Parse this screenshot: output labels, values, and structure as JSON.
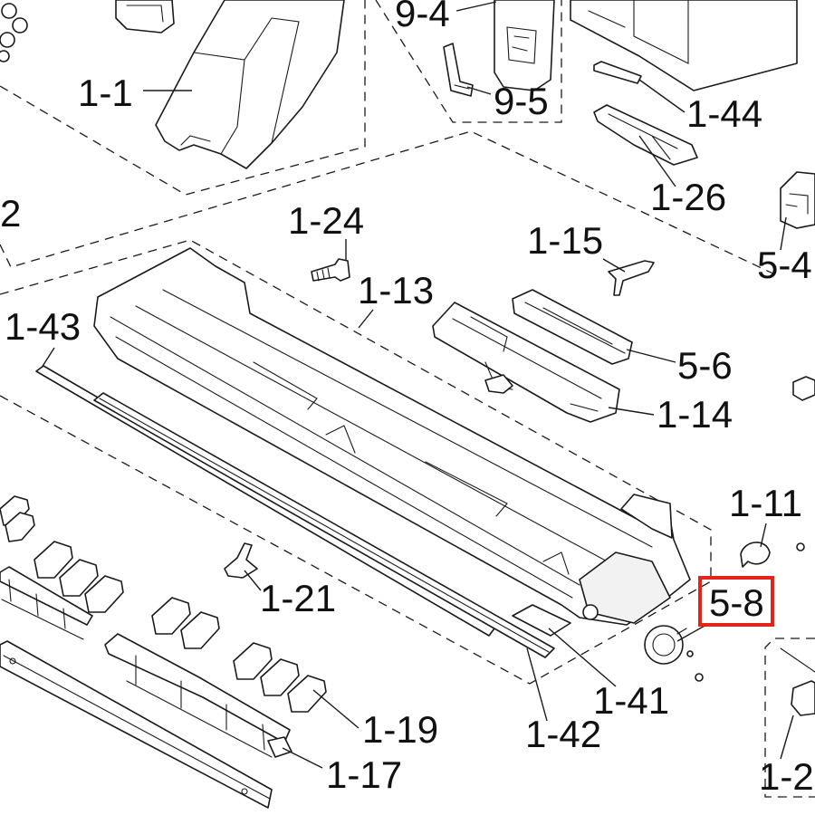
{
  "labels": {
    "p9_4": "9-4",
    "p1_1": "1-1",
    "p9_5": "9-5",
    "p1_44": "1-44",
    "p1_26": "1-26",
    "p2_partial": "2",
    "p1_24": "1-24",
    "p1_15": "1-15",
    "p5_4": "5-4",
    "p1_13": "1-13",
    "p1_43": "1-43",
    "p5_6": "5-6",
    "p1_14": "1-14",
    "p1_11": "1-11",
    "p1_21": "1-21",
    "p1_41": "1-41",
    "p1_19": "1-19",
    "p1_42": "1-42",
    "p1_17": "1-17",
    "p1_2_partial": "1-2"
  },
  "highlight": {
    "label": "5-8",
    "color": "#e3241b"
  },
  "colors": {
    "line": "#1a1a1a",
    "background": "#ffffff"
  }
}
